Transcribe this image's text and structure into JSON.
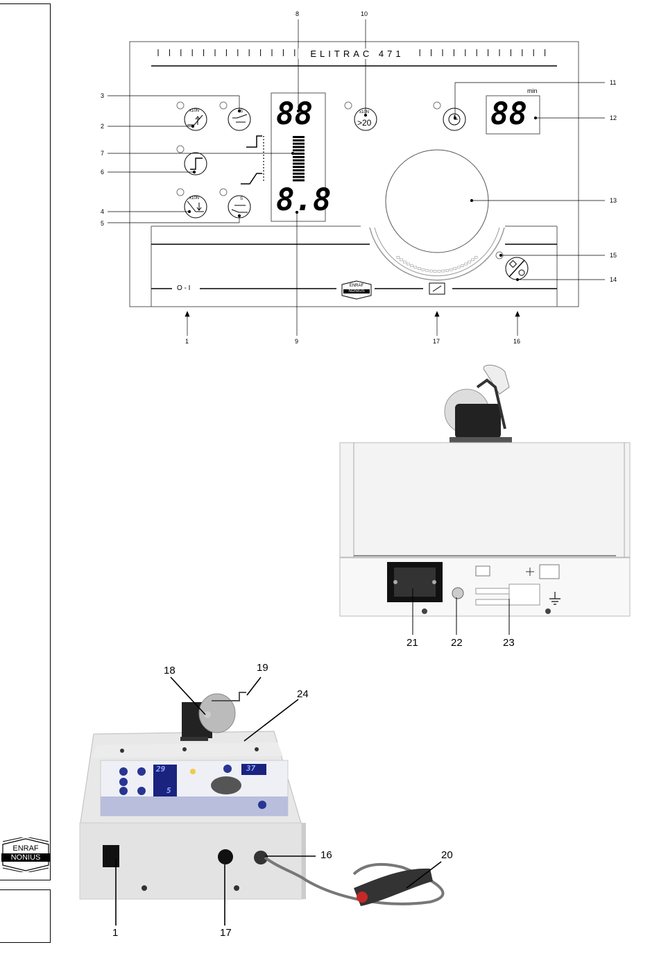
{
  "panel": {
    "brand_strip": "ELITRAC 471",
    "display_a": "88",
    "display_b": "8.8",
    "display_time": "88",
    "min_label": "min",
    "x10n": "x10N",
    "s": "S",
    "gt20": ">20",
    "power_label": "O - I",
    "logo_line1": "ENRAF",
    "logo_line2": "NONIUS"
  },
  "callouts": {
    "c1": "1",
    "c2": "2",
    "c3": "3",
    "c4": "4",
    "c5": "5",
    "c6": "6",
    "c7": "7",
    "c8": "8",
    "c9": "9",
    "c10": "10",
    "c11": "11",
    "c12": "12",
    "c13": "13",
    "c14": "14",
    "c15": "15",
    "c16": "16",
    "c17": "17"
  },
  "rear": {
    "c21": "21",
    "c22": "22",
    "c23": "23"
  },
  "photo": {
    "c18": "18",
    "c19": "19",
    "c24": "24",
    "c16": "16",
    "c20": "20",
    "c1": "1",
    "c17": "17",
    "disp_a": "29",
    "disp_b": "5",
    "disp_time": "37"
  },
  "sidebar": {
    "logo_line1": "ENRAF",
    "logo_line2": "NONIUS"
  }
}
